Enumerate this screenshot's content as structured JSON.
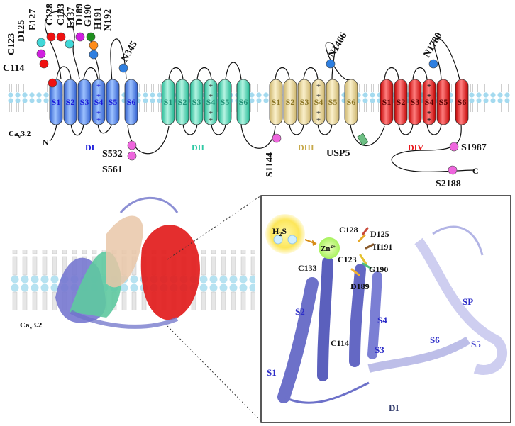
{
  "colors": {
    "DI": "#3b6ee0",
    "DII": "#3fd8b4",
    "DIII": "#e8d79a",
    "DIV": "#e8161b",
    "membrane": "#cfe9f5",
    "site_magenta": "#ee66dd"
  },
  "topology": {
    "channel_label_main": "Ca",
    "channel_label_sub": "v",
    "channel_label_suffix": "3.2",
    "domains": [
      {
        "name": "DI",
        "segments": [
          "S1",
          "S2",
          "S3",
          "S4",
          "S5",
          "S6"
        ]
      },
      {
        "name": "DII",
        "segments": [
          "S1",
          "S2",
          "S3",
          "S4",
          "S5",
          "S6"
        ]
      },
      {
        "name": "DIII",
        "segments": [
          "S1",
          "S2",
          "S3",
          "S4",
          "S5",
          "S6"
        ]
      },
      {
        "name": "DIV",
        "segments": [
          "S1",
          "S2",
          "S3",
          "S4",
          "S5",
          "S6"
        ]
      }
    ],
    "charge_sign": "+",
    "n_terminus": "N",
    "c_terminus": "C",
    "di_residues": [
      "C114",
      "C123",
      "D125",
      "E127",
      "C128",
      "C133",
      "E137",
      "D189",
      "G190",
      "H191",
      "N192"
    ],
    "glyco_sites": [
      "N345",
      "N1466",
      "N1780"
    ],
    "phospho_sites": [
      "S532",
      "S561",
      "S1144",
      "S1987",
      "S2188"
    ],
    "usp5": "USP5"
  },
  "structure": {
    "channel_label_main": "Ca",
    "channel_label_sub": "v",
    "channel_label_suffix": "3.2"
  },
  "inset": {
    "h2s_main": "H",
    "h2s_sub": "2",
    "h2s_tail": "S",
    "zn_main": "Zn",
    "zn_sup": "2+",
    "residues": [
      "C128",
      "D125",
      "H191",
      "C123",
      "G190",
      "C133",
      "D189",
      "C114"
    ],
    "helices": [
      "S1",
      "S2",
      "S3",
      "S4",
      "S5",
      "S6",
      "SP"
    ],
    "domain": "DI"
  }
}
